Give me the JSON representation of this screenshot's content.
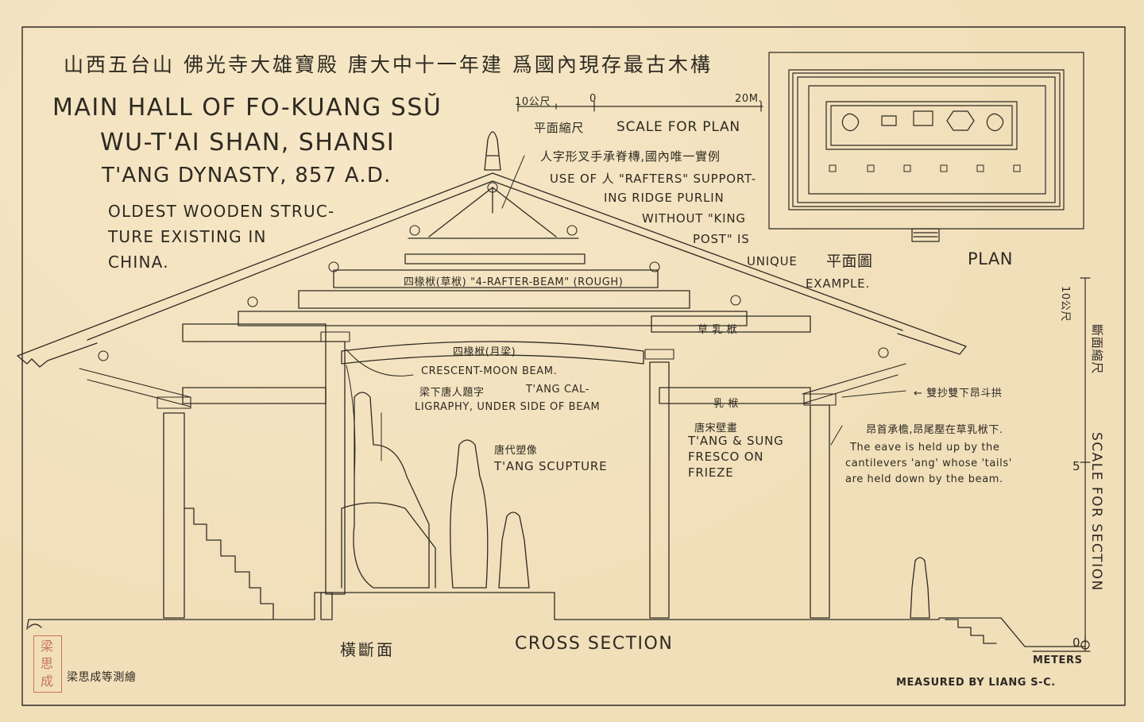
{
  "title_cn": "山西五台山 佛光寺大雄寶殿 唐大中十一年建 爲國內現存最古木構",
  "title_lines": [
    "MAIN HALL OF FO-KUANG SSŬ",
    "WU-T'AI SHAN, SHANSI",
    "T'ANG DYNASTY, 857 A.D."
  ],
  "subtitle_lines": [
    "OLDEST WOODEN STRUC-",
    "TURE EXISTING IN",
    "CHINA."
  ],
  "plan_scale": {
    "ticks": [
      "10公尺",
      "0",
      "20M."
    ],
    "label_cn": "平面縮尺",
    "label_en": "SCALE FOR PLAN"
  },
  "plan": {
    "label_cn": "平面圖",
    "label_en": "PLAN"
  },
  "annotations": {
    "ridge_cn": "人字形叉手承脊槫,國內唯一實例",
    "ridge_en": [
      "USE OF 人 \"RAFTERS\" SUPPORT-",
      "ING RIDGE PURLIN",
      "WITHOUT \"KING",
      "POST\" IS",
      "UNIQUE",
      "EXAMPLE."
    ],
    "beam_4rafter": "四椽栿(草栿) \"4-RAFTER-BEAM\" (ROUGH)",
    "beam_crescent_cn": "四椽栿(月梁)",
    "beam_ru_top": "草 乳 栿",
    "beam_ru_bottom": "乳 栿",
    "crescent_en": "CRESCENT-MOON BEAM.",
    "calligraphy_cn": "梁下唐人題字",
    "calligraphy_en": [
      "T'ANG CAL-",
      "LIGRAPHY, UNDER SIDE OF BEAM"
    ],
    "sculpture_cn": "唐代塑像",
    "sculpture_en": "T'ANG SCUPTURE",
    "fresco_cn": "唐宋壁畫",
    "fresco_en": [
      "T'ANG & SUNG",
      "FRESCO ON",
      "FRIEZE"
    ],
    "bracket_cn": "← 雙抄雙下昂斗拱",
    "eave_cn": "昂首承檐,昂尾壓在草乳栿下.",
    "eave_en": [
      "The eave is held up by the",
      "cantilevers 'ang' whose 'tails'",
      "are held down by the beam."
    ]
  },
  "section_scale": {
    "ticks": [
      "10公尺",
      "5",
      "0"
    ],
    "label_cn": "斷面縮尺",
    "label_en": "SCALE FOR SECTION",
    "unit": "METERS"
  },
  "section": {
    "label_cn": "橫斷面",
    "label_en": "CROSS SECTION"
  },
  "credit": {
    "cn": "梁思成等測繪",
    "en": "MEASURED BY LIANG S-C.",
    "seal": "梁思成"
  },
  "colors": {
    "paper": "#f1dfba",
    "ink": "#2e2a22",
    "seal": "#b23a2c"
  }
}
